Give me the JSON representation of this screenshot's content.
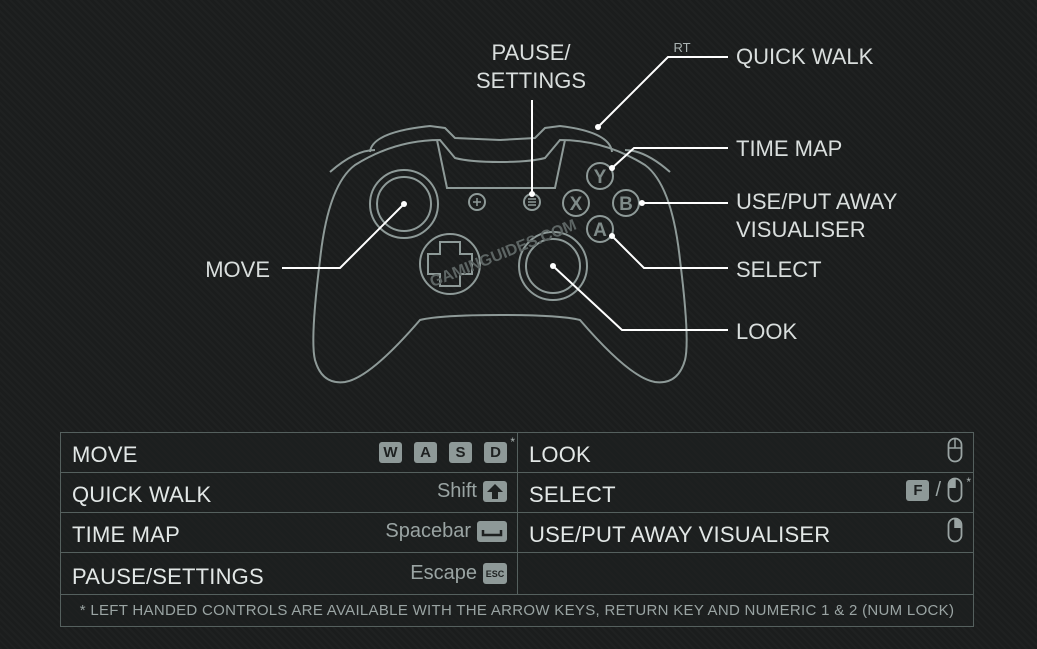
{
  "diagram": {
    "labels": {
      "pause_settings_line1": "PAUSE/",
      "pause_settings_line2": "SETTINGS",
      "rt": "RT",
      "quick_walk": "QUICK WALK",
      "time_map": "TIME MAP",
      "use_put_away_line1": "USE/PUT AWAY",
      "use_put_away_line2": "VISUALISER",
      "select": "SELECT",
      "look": "LOOK",
      "move": "MOVE"
    },
    "buttons": {
      "y": "Y",
      "x": "X",
      "b": "B",
      "a": "A"
    },
    "watermark": "GAMINGUIDES.COM",
    "colors": {
      "outline": "#8e9a98",
      "accent": "#ffffff",
      "text": "#d9dedd"
    }
  },
  "table": {
    "rows": [
      {
        "left_action": "MOVE",
        "left_keys": [
          "W",
          "A",
          "S",
          "D"
        ],
        "left_asterisk": "*",
        "right_action": "LOOK",
        "right_icon": "mouse-icon"
      },
      {
        "left_action": "QUICK WALK",
        "left_key_text": "Shift",
        "left_icon": "shift-arrow-icon",
        "right_action": "SELECT",
        "right_key": "F",
        "right_separator": "/",
        "right_icon": "mouse-left-click-icon",
        "right_asterisk": "*"
      },
      {
        "left_action": "TIME MAP",
        "left_key_text": "Spacebar",
        "left_icon": "spacebar-icon",
        "right_action": "USE/PUT AWAY VISUALISER",
        "right_icon": "mouse-right-click-icon"
      },
      {
        "left_action": "PAUSE/SETTINGS",
        "left_key_text": "Escape",
        "left_icon_text": "ESC",
        "right_action": ""
      }
    ],
    "footnote": "* LEFT HANDED CONTROLS ARE AVAILABLE WITH THE ARROW KEYS, RETURN KEY AND NUMERIC 1 & 2 (NUM LOCK)"
  }
}
